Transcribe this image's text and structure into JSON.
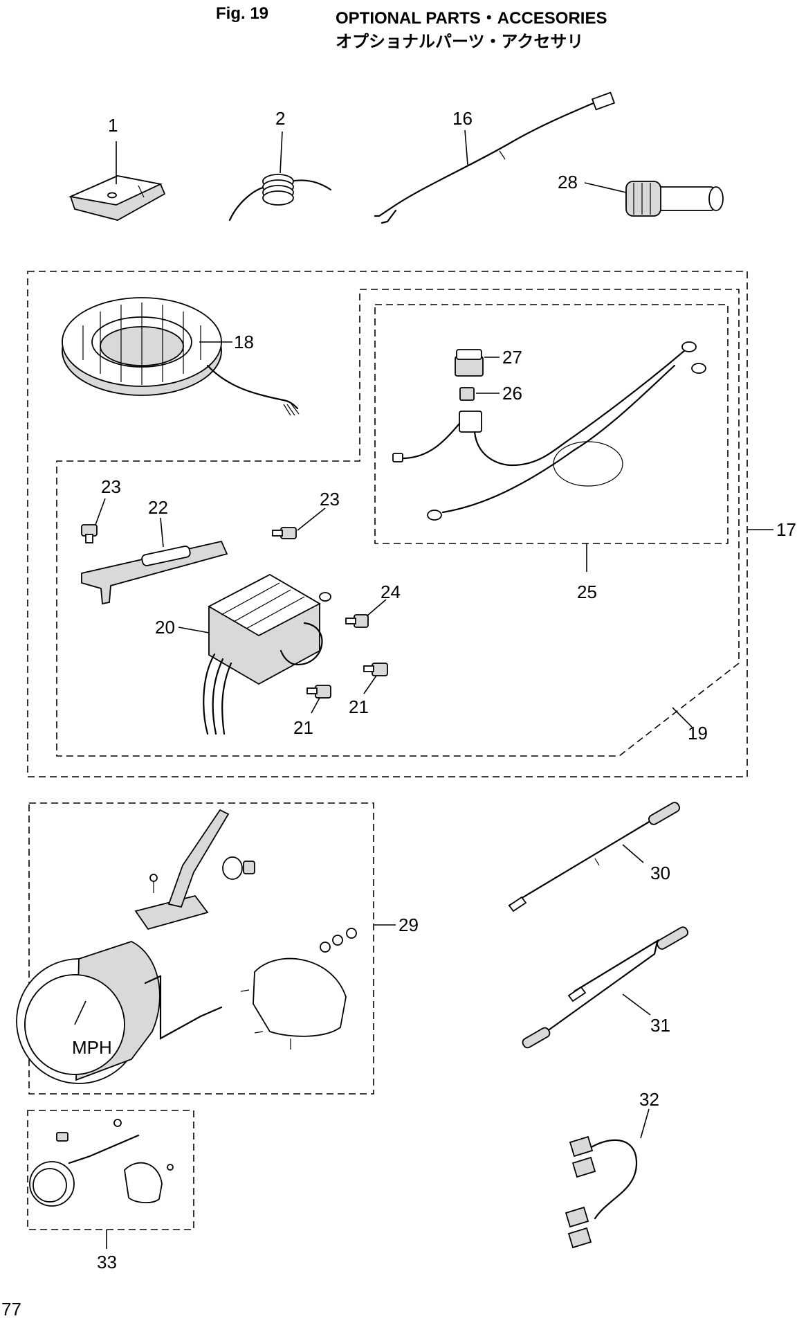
{
  "header": {
    "figure": "Fig. 19",
    "title_en": "OPTIONAL PARTS・ACCESORIES",
    "title_jp": "オプショナルパーツ・アクセサリ"
  },
  "page_number": "77",
  "callouts": {
    "c1": "1",
    "c2": "2",
    "c16": "16",
    "c28": "28",
    "c18": "18",
    "c27": "27",
    "c26": "26",
    "c23a": "23",
    "c22": "22",
    "c23b": "23",
    "c17": "17",
    "c25": "25",
    "c24": "24",
    "c20": "20",
    "c21a": "21",
    "c21b": "21",
    "c19": "19",
    "c30": "30",
    "c29": "29",
    "c31": "31",
    "c32": "32",
    "c33": "33"
  },
  "gauge_face_text": "MPH"
}
